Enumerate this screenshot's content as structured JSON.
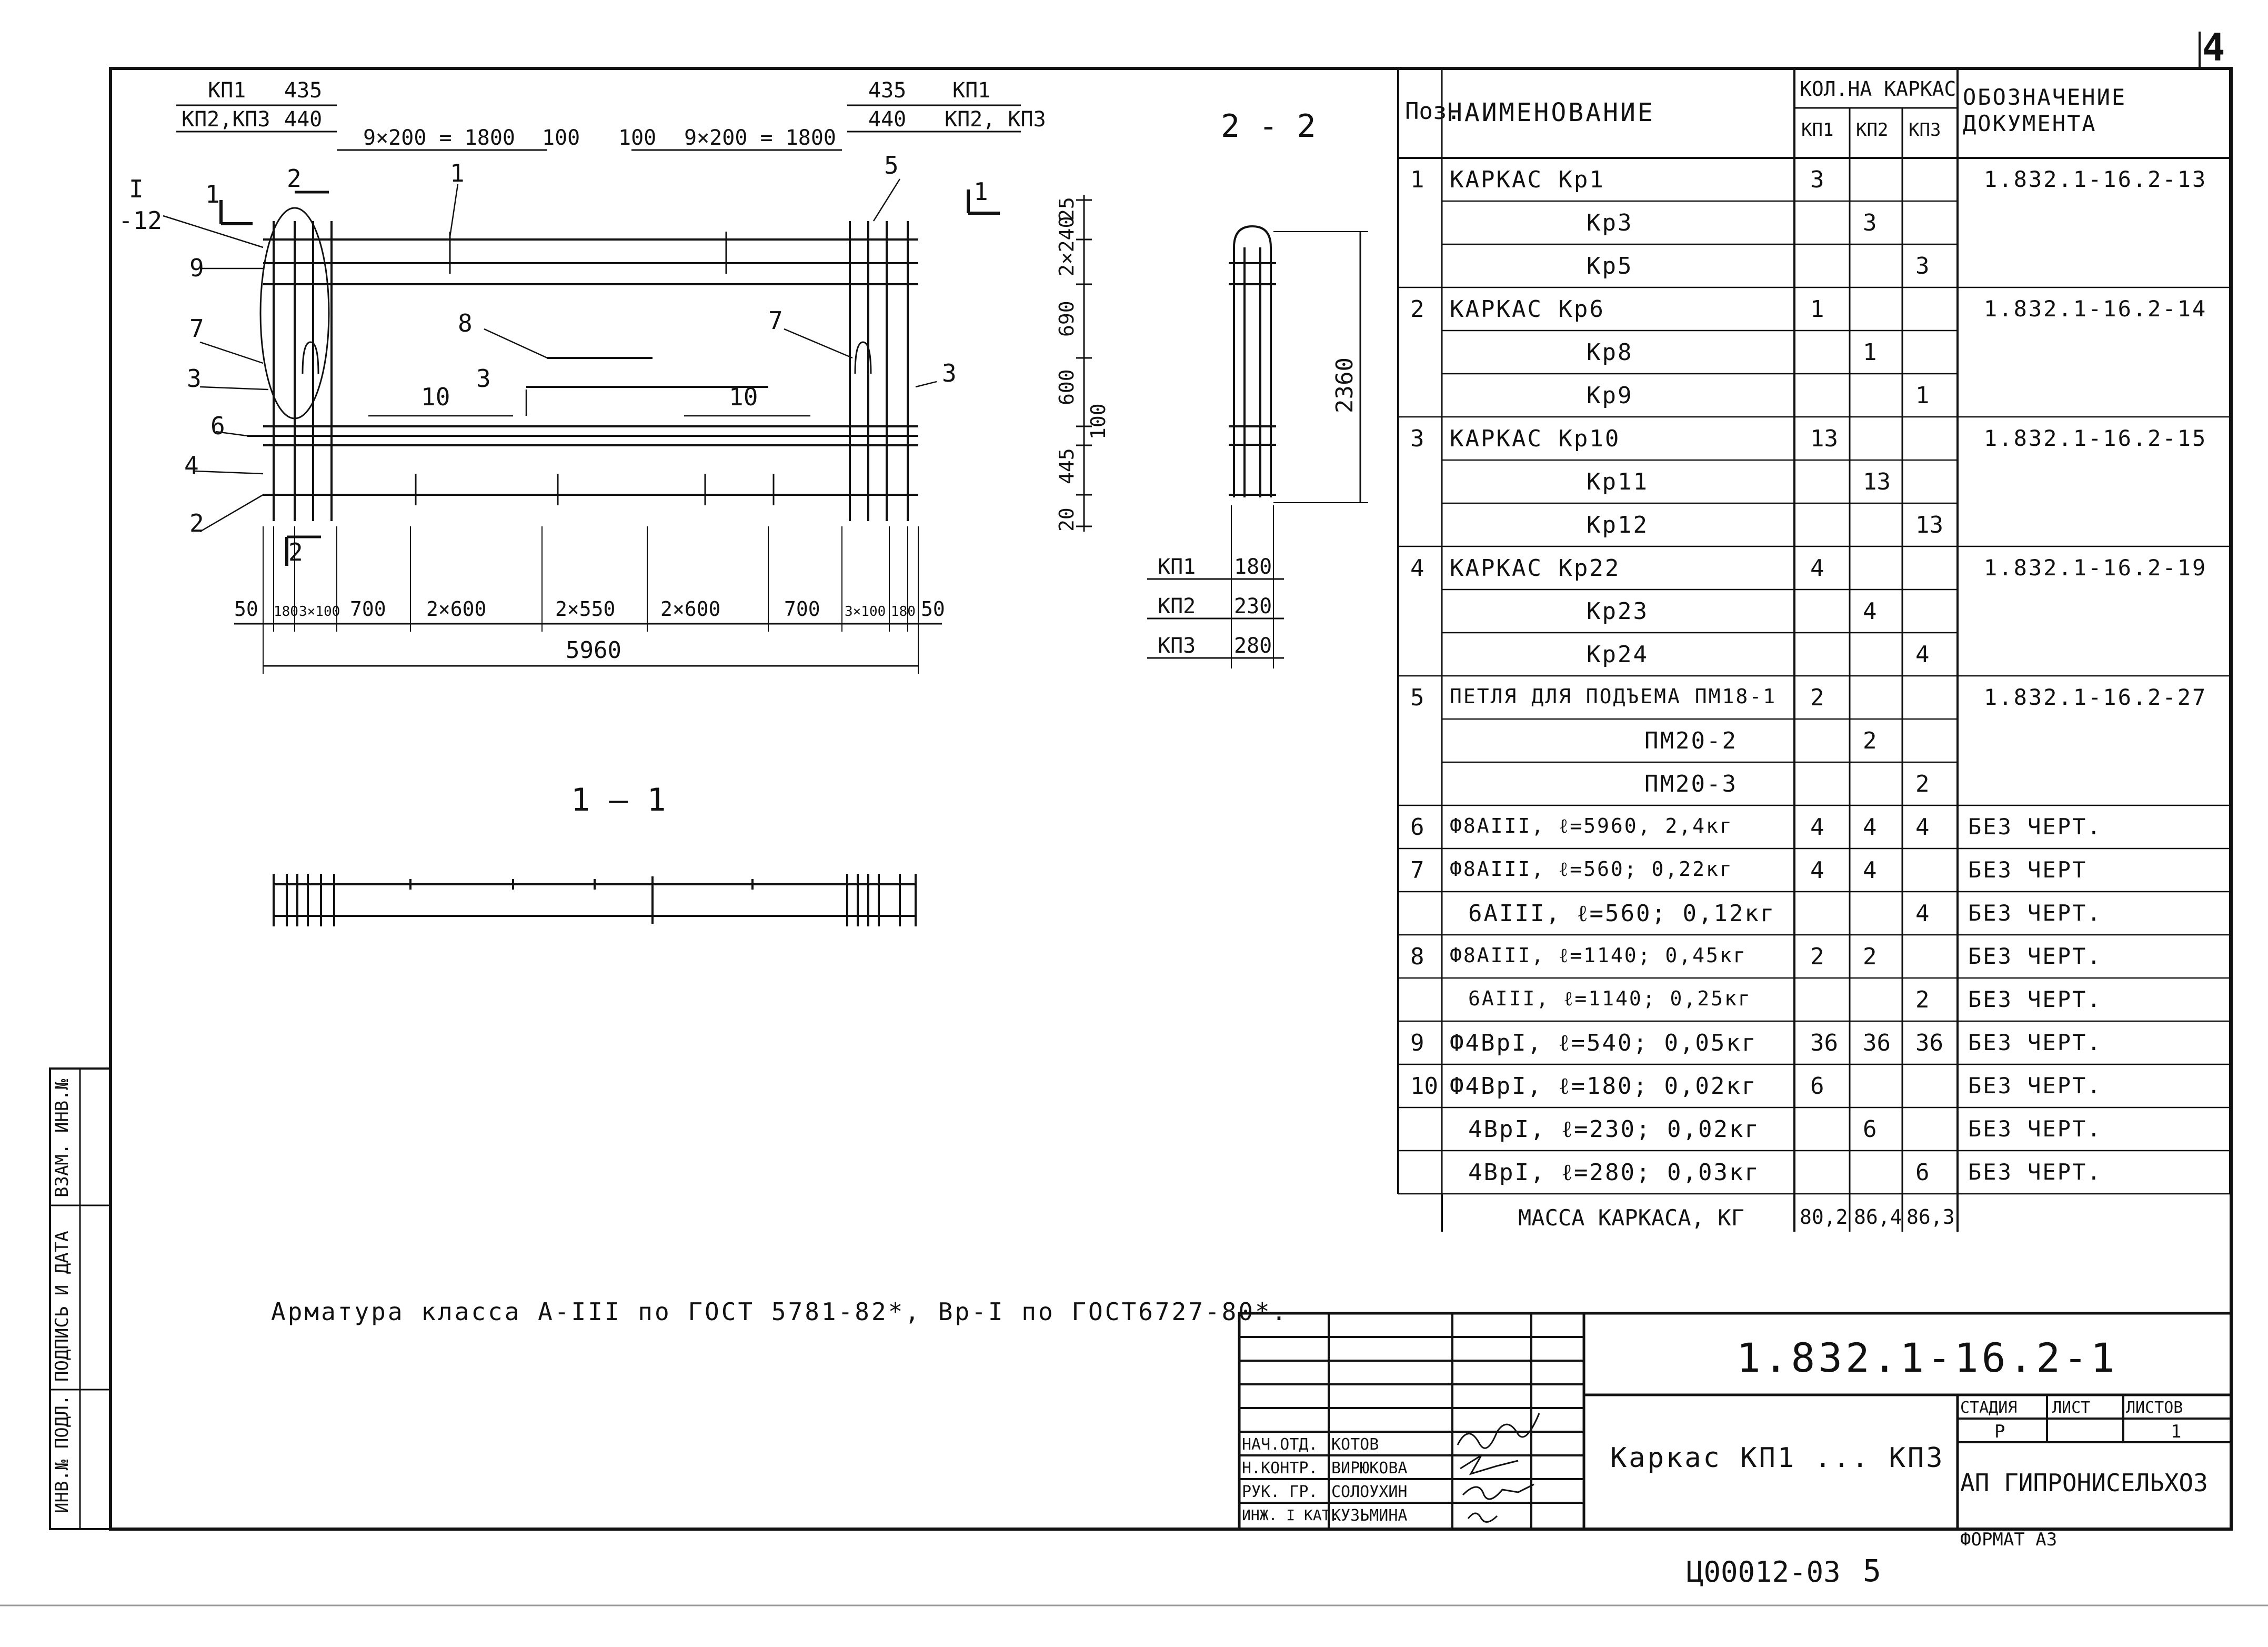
{
  "sheet": {
    "corner_number": "4",
    "code_stamp": "Ц00012-03",
    "page_number": "5",
    "format_label": "ФОРМАТ А3"
  },
  "side_strip": [
    "ИНВ.№ ПОДЛ.",
    "ПОДПИСЬ И ДАТА",
    "ВЗАМ. ИНВ.№"
  ],
  "drawing": {
    "main_view": {
      "top_dims_left": {
        "kp1": "КП1",
        "v435": "435",
        "kp23": "КП2,КП3",
        "v440": "440"
      },
      "top_dims_right": {
        "v435": "435",
        "kp1": "КП1",
        "v440": "440",
        "kp23": "КП2, КП3"
      },
      "spacing_left": "9×200 = 1800",
      "spacing_mid_a": "100",
      "spacing_mid_b": "100",
      "spacing_right": "9×200 = 1800",
      "section_mark_1": "1",
      "section_mark_2": "2",
      "detail_mark": "I",
      "detail_sheet": "-12",
      "pos_labels": [
        "9",
        "7",
        "3",
        "6",
        "4",
        "2",
        "8",
        "1",
        "5",
        "7",
        "3",
        "10",
        "10",
        "3"
      ],
      "right_dims": [
        "25",
        "2×240",
        "690",
        "600",
        "100",
        "445",
        "20"
      ],
      "bottom_dims": [
        "50",
        "180",
        "3×100",
        "700",
        "2×600",
        "2×550",
        "2×600",
        "700",
        "3×100",
        "180",
        "50"
      ],
      "total_length": "5960"
    },
    "section_1_1": {
      "title": "1 – 1"
    },
    "section_2_2": {
      "title": "2 - 2",
      "height_dim": "2360",
      "widths": [
        {
          "name": "КП1",
          "value": "180"
        },
        {
          "name": "КП2",
          "value": "230"
        },
        {
          "name": "КП3",
          "value": "280"
        }
      ]
    },
    "note": "Арматура класса А-III по ГОСТ 5781-82*, Вр-I по ГОСТ6727-80*."
  },
  "spec_table": {
    "headers": {
      "pos": "Поз.",
      "name": "НАИМЕНОВАНИЕ",
      "qty_group": "КОЛ.НА КАРКАС",
      "qty_cols": [
        "КП1",
        "КП2",
        "КП3"
      ],
      "doc": "ОБОЗНАЧЕНИЕ ДОКУМЕНТА"
    },
    "rows": [
      {
        "pos": "1",
        "name": "КАРКАС Кр1",
        "q1": "3",
        "q2": "",
        "q3": "",
        "doc": "1.832.1-16.2-13",
        "indent": false
      },
      {
        "pos": "",
        "name": "Кр3",
        "q1": "",
        "q2": "3",
        "q3": "",
        "doc": "",
        "indent": true
      },
      {
        "pos": "",
        "name": "Кр5",
        "q1": "",
        "q2": "",
        "q3": "3",
        "doc": "",
        "indent": true
      },
      {
        "pos": "2",
        "name": "КАРКАС Кр6",
        "q1": "1",
        "q2": "",
        "q3": "",
        "doc": "1.832.1-16.2-14",
        "indent": false
      },
      {
        "pos": "",
        "name": "Кр8",
        "q1": "",
        "q2": "1",
        "q3": "",
        "doc": "",
        "indent": true
      },
      {
        "pos": "",
        "name": "Кр9",
        "q1": "",
        "q2": "",
        "q3": "1",
        "doc": "",
        "indent": true
      },
      {
        "pos": "3",
        "name": "КАРКАС Кр10",
        "q1": "13",
        "q2": "",
        "q3": "",
        "doc": "1.832.1-16.2-15",
        "indent": false
      },
      {
        "pos": "",
        "name": "Кр11",
        "q1": "",
        "q2": "13",
        "q3": "",
        "doc": "",
        "indent": true
      },
      {
        "pos": "",
        "name": "Кр12",
        "q1": "",
        "q2": "",
        "q3": "13",
        "doc": "",
        "indent": true
      },
      {
        "pos": "4",
        "name": "КАРКАС Кр22",
        "q1": "4",
        "q2": "",
        "q3": "",
        "doc": "1.832.1-16.2-19",
        "indent": false
      },
      {
        "pos": "",
        "name": "Кр23",
        "q1": "",
        "q2": "4",
        "q3": "",
        "doc": "",
        "indent": true
      },
      {
        "pos": "",
        "name": "Кр24",
        "q1": "",
        "q2": "",
        "q3": "4",
        "doc": "",
        "indent": true
      },
      {
        "pos": "5",
        "name": "ПЕТЛЯ ДЛЯ ПОДЪЕМА ПМ18-1",
        "q1": "2",
        "q2": "",
        "q3": "",
        "doc": "1.832.1-16.2-27",
        "indent": false
      },
      {
        "pos": "",
        "name": "ПМ20-2",
        "q1": "",
        "q2": "2",
        "q3": "",
        "doc": "",
        "indent": "right"
      },
      {
        "pos": "",
        "name": "ПМ20-3",
        "q1": "",
        "q2": "",
        "q3": "2",
        "doc": "",
        "indent": "right"
      },
      {
        "pos": "6",
        "name": "Ф8АIII, ℓ=5960, 2,4кг",
        "q1": "4",
        "q2": "4",
        "q3": "4",
        "doc": "БЕЗ ЧЕРТ.",
        "indent": false
      },
      {
        "pos": "7",
        "name": "Ф8АIII, ℓ=560; 0,22кг",
        "q1": "4",
        "q2": "4",
        "q3": "",
        "doc": "БЕЗ ЧЕРТ",
        "indent": false
      },
      {
        "pos": "",
        "name": "6АIII, ℓ=560; 0,12кг",
        "q1": "",
        "q2": "",
        "q3": "4",
        "doc": "БЕЗ ЧЕРТ.",
        "indent": "small"
      },
      {
        "pos": "8",
        "name": "Ф8АIII, ℓ=1140; 0,45кг",
        "q1": "2",
        "q2": "2",
        "q3": "",
        "doc": "БЕЗ ЧЕРТ.",
        "indent": false
      },
      {
        "pos": "",
        "name": "6АIII, ℓ=1140; 0,25кг",
        "q1": "",
        "q2": "",
        "q3": "2",
        "doc": "БЕЗ ЧЕРТ.",
        "indent": "small"
      },
      {
        "pos": "9",
        "name": "Ф4ВрI, ℓ=540; 0,05кг",
        "q1": "36",
        "q2": "36",
        "q3": "36",
        "doc": "БЕЗ ЧЕРТ.",
        "indent": false
      },
      {
        "pos": "10",
        "name": "Ф4ВрI, ℓ=180; 0,02кг",
        "q1": "6",
        "q2": "",
        "q3": "",
        "doc": "БЕЗ ЧЕРТ.",
        "indent": false
      },
      {
        "pos": "",
        "name": "4ВрI, ℓ=230; 0,02кг",
        "q1": "",
        "q2": "6",
        "q3": "",
        "doc": "БЕЗ ЧЕРТ.",
        "indent": "small"
      },
      {
        "pos": "",
        "name": "4ВрI, ℓ=280; 0,03кг",
        "q1": "",
        "q2": "",
        "q3": "6",
        "doc": "БЕЗ ЧЕРТ.",
        "indent": "small"
      }
    ],
    "total": {
      "label": "МАССА КАРКАСА, КГ",
      "q1": "80,2",
      "q2": "86,4",
      "q3": "86,3"
    }
  },
  "title_block": {
    "designation": "1.832.1-16.2-1",
    "title": "Каркас КП1 ... КП3",
    "stage_header": "СТАДИЯ",
    "sheet_header": "ЛИСТ",
    "sheets_header": "ЛИСТОВ",
    "stage": "Р",
    "sheet": "",
    "sheets": "1",
    "org": "АП ГИПРОНИСЕЛЬХОЗ",
    "people": [
      {
        "role": "НАЧ.ОТД.",
        "name": "КОТОВ"
      },
      {
        "role": "Н.КОНТР.",
        "name": "ВИРЮКОВА"
      },
      {
        "role": "РУК. ГР.",
        "name": "СОЛОУХИН"
      },
      {
        "role": "ИНЖ. I КАТ.",
        "name": "КУЗЬМИНА"
      }
    ]
  }
}
